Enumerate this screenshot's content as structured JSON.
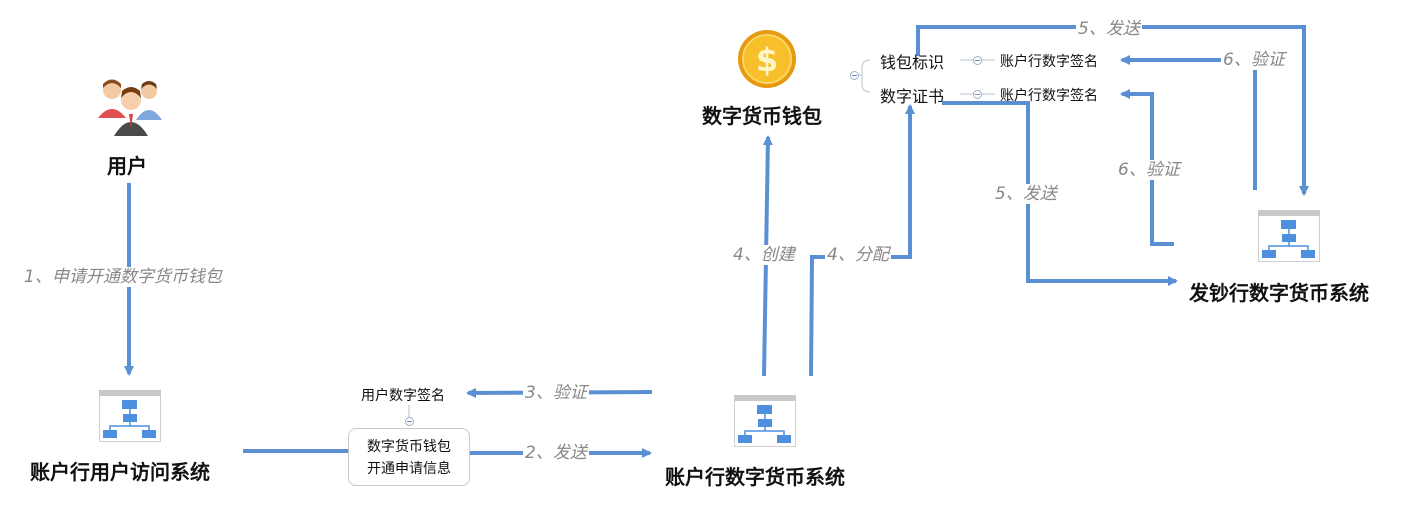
{
  "nodes": {
    "user": "用户",
    "access_system": "账户行用户访问系统",
    "bank_currency_system": "账户行数字货币系统",
    "wallet": "数字货币钱包",
    "issuer_system": "发钞行数字货币系统",
    "user_signature": "用户数字签名",
    "request_line1": "数字货币钱包",
    "request_line2": "开通申请信息",
    "wallet_id": "钱包标识",
    "cert": "数字证书",
    "sig_wallet_id": "账户行数字签名",
    "sig_cert": "账户行数字签名"
  },
  "edges": {
    "e1": "1、申请开通数字货币钱包",
    "e2": "2、发送",
    "e3": "3、验证",
    "e4a": "4、创建",
    "e4b": "4、分配",
    "e5a": "5、发送",
    "e5b": "5、发送",
    "e6a": "6、验证",
    "e6b": "6、验证"
  },
  "icons": {
    "user": "users-group-icon",
    "coin": "dollar-coin-icon",
    "system": "org-chart-window-icon"
  },
  "colors": {
    "link": "#5b8fd4",
    "edge_label": "#888888",
    "coin": "#f2b01e"
  }
}
